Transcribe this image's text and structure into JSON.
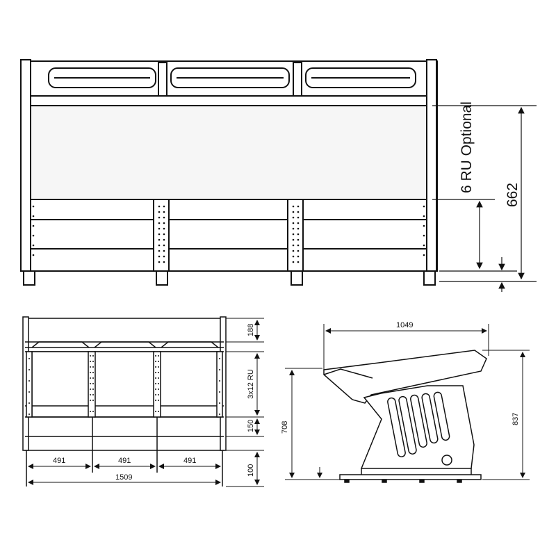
{
  "top_view": {
    "labels": {
      "optional": "6 RU Optional",
      "height": "662"
    }
  },
  "front_view": {
    "labels": {
      "top": "188",
      "rack": "3x12 RU",
      "mid": "150",
      "bottom": "100",
      "bay1": "491",
      "bay2": "491",
      "bay3": "491",
      "total": "1509"
    }
  },
  "side_view": {
    "labels": {
      "depth": "1049",
      "left_height": "708",
      "right_height": "837"
    }
  },
  "colors": {
    "stroke": "#111111",
    "light_fill": "#f2f2f2",
    "background": "#ffffff"
  }
}
